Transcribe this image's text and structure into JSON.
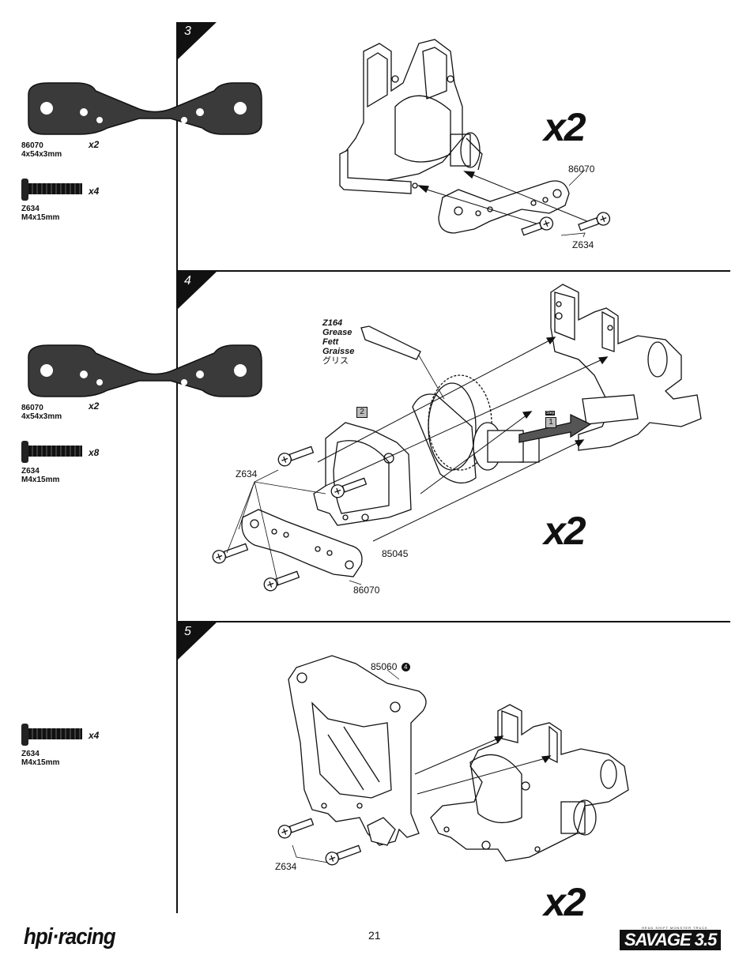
{
  "page_number": "21",
  "brand": {
    "left_logo": "hpi·racing",
    "right_logo": "SAVAGE 3.5",
    "right_tagline": "HEAD SHIFT MONSTER TRUCK"
  },
  "steps": [
    {
      "number": "3",
      "multiplier": "x2",
      "parts": [
        {
          "code": "86070",
          "size": "4x54x3mm",
          "qty": "x2"
        },
        {
          "code": "Z634",
          "size": "M4x15mm",
          "qty": "x4"
        }
      ],
      "callouts": [
        "86070",
        "Z634"
      ]
    },
    {
      "number": "4",
      "multiplier": "x2",
      "parts": [
        {
          "code": "86070",
          "size": "4x54x3mm",
          "qty": "x2"
        },
        {
          "code": "Z634",
          "size": "M4x15mm",
          "qty": "x8"
        }
      ],
      "callouts": [
        "Z634",
        "85045",
        "86070"
      ],
      "grease": {
        "code": "Z164",
        "en": "Grease",
        "de": "Fett",
        "fr": "Graisse",
        "jp": "グリス"
      },
      "sub_steps": [
        "1",
        "2"
      ],
      "step_label": "Step"
    },
    {
      "number": "5",
      "multiplier": "x2",
      "parts": [
        {
          "code": "Z634",
          "size": "M4x15mm",
          "qty": "x4"
        }
      ],
      "callouts": [
        "85060",
        "Z634"
      ],
      "circled_ref": "4"
    }
  ],
  "colors": {
    "ink": "#111111",
    "arm_fill": "#3a3a3a",
    "tab_fill": "#111111"
  }
}
